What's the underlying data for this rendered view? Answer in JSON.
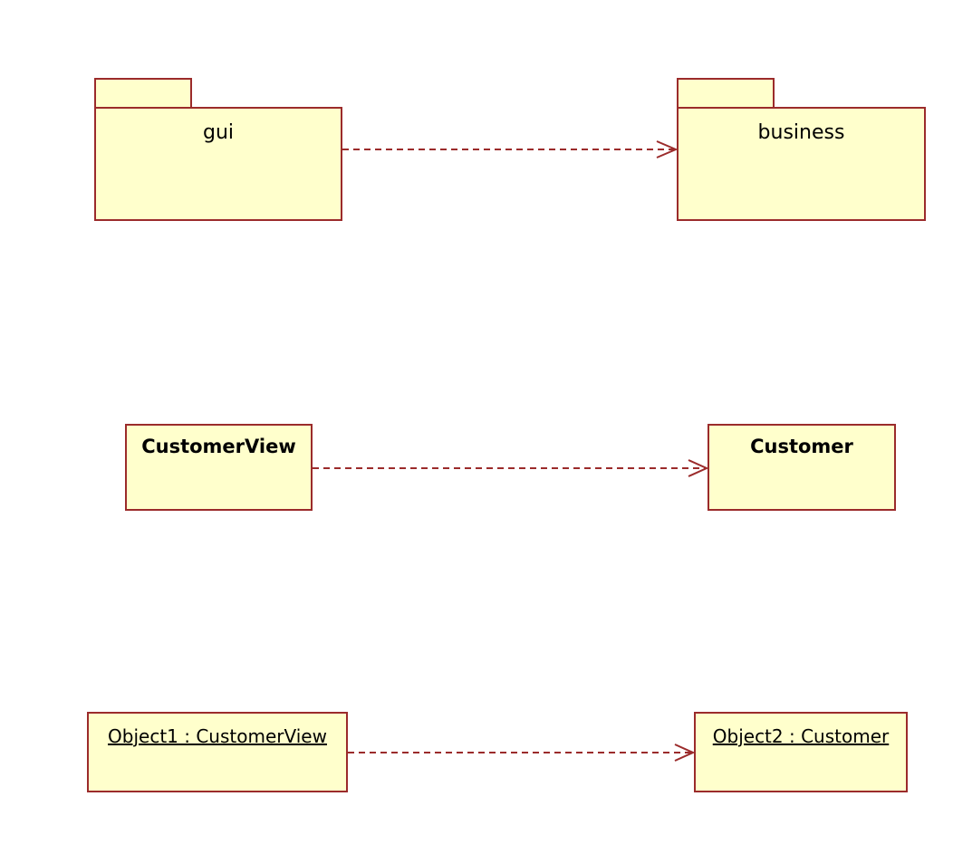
{
  "colors": {
    "fill": "#ffffcc",
    "border": "#9b2b2b",
    "dependency": "#9b2b2b"
  },
  "packages": [
    {
      "name": "gui"
    },
    {
      "name": "business"
    }
  ],
  "classes": [
    {
      "name": "CustomerView"
    },
    {
      "name": "Customer"
    }
  ],
  "objects": [
    {
      "label": "Object1 : CustomerView"
    },
    {
      "label": "Object2 : Customer"
    }
  ],
  "dependencies": [
    {
      "from": "gui",
      "to": "business",
      "style": "dashed-open-arrow"
    },
    {
      "from": "CustomerView",
      "to": "Customer",
      "style": "dashed-open-arrow"
    },
    {
      "from": "Object1 : CustomerView",
      "to": "Object2 : Customer",
      "style": "dashed-open-arrow"
    }
  ]
}
